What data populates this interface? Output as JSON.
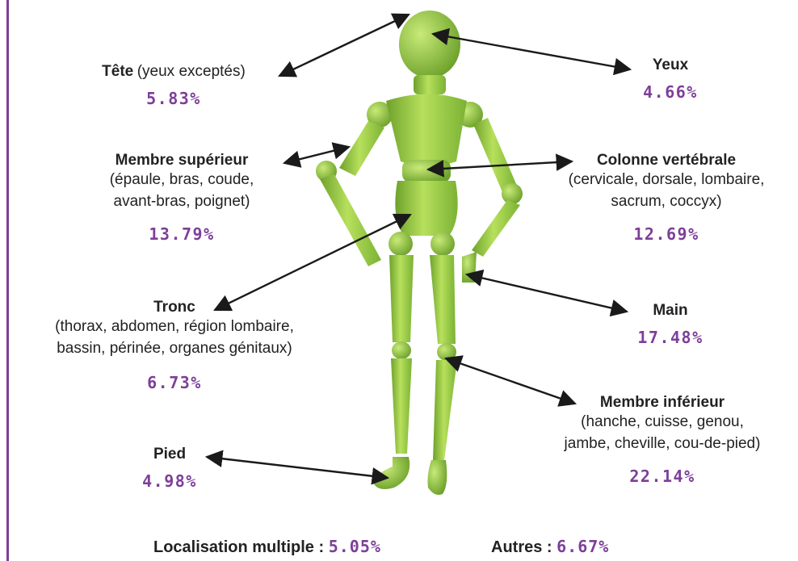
{
  "labels": {
    "tete": {
      "title": "Tête",
      "qualifier": "(yeux exceptés)",
      "pct": "5.83%"
    },
    "yeux": {
      "title": "Yeux",
      "pct": "4.66%"
    },
    "membre_superieur": {
      "title": "Membre supérieur",
      "detail_1": "(épaule, bras, coude,",
      "detail_2": "avant-bras, poignet)",
      "pct": "13.79%"
    },
    "colonne": {
      "title": "Colonne vertébrale",
      "detail_1": "(cervicale, dorsale, lombaire,",
      "detail_2": "sacrum, coccyx)",
      "pct": "12.69%"
    },
    "tronc": {
      "title": "Tronc",
      "detail_1": "(thorax, abdomen, région lombaire,",
      "detail_2": "bassin, périnée, organes génitaux)",
      "pct": "6.73%"
    },
    "main": {
      "title": "Main",
      "pct": "17.48%"
    },
    "membre_inferieur": {
      "title": "Membre inférieur",
      "detail_1": "(hanche, cuisse, genou,",
      "detail_2": "jambe, cheville, cou-de-pied)",
      "pct": "22.14%"
    },
    "pied": {
      "title": "Pied",
      "pct": "4.98%"
    }
  },
  "footer": {
    "multiple_label": "Localisation multiple :",
    "multiple_pct": "5.05%",
    "autres_label": "Autres :",
    "autres_pct": "6.67%"
  },
  "colors": {
    "accent_purple": "#7d3f98",
    "figure_green": "#9bcf45",
    "figure_dark": "#6ea22c",
    "arrow": "#1a1a1a"
  }
}
